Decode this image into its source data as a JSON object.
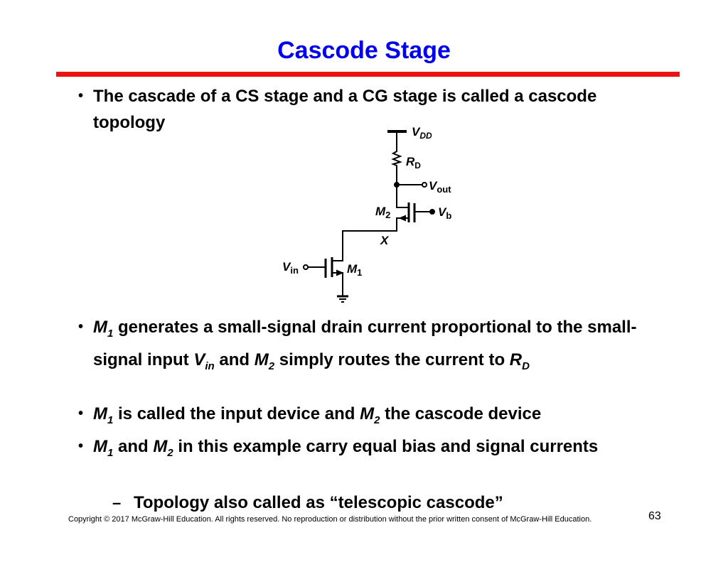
{
  "title": "Cascode Stage",
  "bullets": [
    {
      "text": "The cascade of a CS stage and a CG stage is called a cascode topology"
    },
    {
      "p1": "M",
      "p1s": "1",
      "p2": " generates a small-signal drain current proportional to the small-signal input ",
      "p3": "V",
      "p3s": "in",
      "p4": " and ",
      "p5": "M",
      "p5s": "2",
      "p6": " simply routes the current to ",
      "p7": "R",
      "p7s": "D"
    },
    {
      "p1": "M",
      "p1s": "1",
      "p2": " is called the input device and ",
      "p3": "M",
      "p3s": "2",
      "p4": " the cascode device"
    },
    {
      "p1": "M",
      "p1s": "1",
      "p2": " and ",
      "p3": "M",
      "p3s": "2",
      "p4": " in this example carry equal bias and signal currents"
    }
  ],
  "sub_bullet": {
    "dash": "–",
    "text": "Topology also called as “telescopic cascode”"
  },
  "bullet_char": "•",
  "circuit": {
    "vdd": "V",
    "vdd_s": "DD",
    "rd": "R",
    "rd_s": "D",
    "vout": "V",
    "vout_s": "out",
    "m2": "M",
    "m2_s": "2",
    "vb": "V",
    "vb_s": "b",
    "x": "X",
    "vin": "V",
    "vin_s": "in",
    "m1": "M",
    "m1_s": "1"
  },
  "footer": {
    "copyright": "Copyright © 2017 McGraw-Hill Education. All rights reserved. No reproduction or distribution without the prior written consent of McGraw-Hill Education.",
    "page": "63"
  },
  "colors": {
    "title": "#0000ee",
    "rule": "#ee1111"
  }
}
